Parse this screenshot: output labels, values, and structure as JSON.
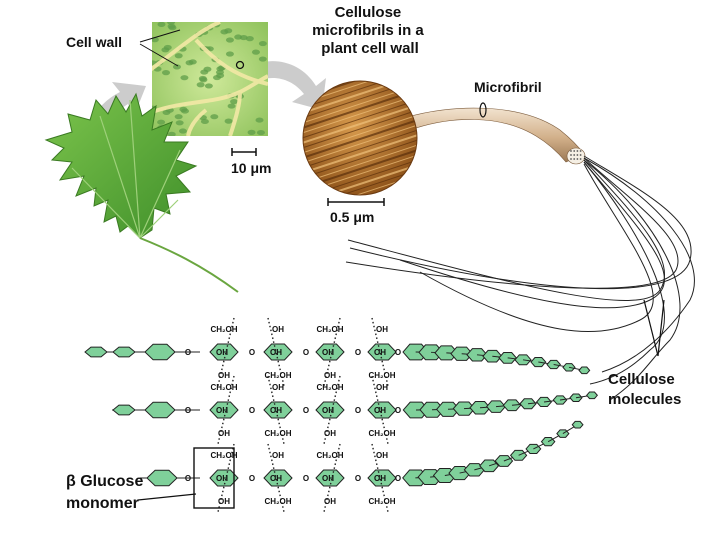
{
  "labels": {
    "cell_wall": "Cell wall",
    "scale_cell": "10 μm",
    "cellulose_title_line1": "Cellulose",
    "cellulose_title_line2": "microfibrils in a",
    "cellulose_title_line3": "plant cell wall",
    "scale_micro": "0.5 μm",
    "microfibril": "Microfibril",
    "cellulose_molecules_line1": "Cellulose",
    "cellulose_molecules_line2": "molecules",
    "beta_glucose_line1": "β Glucose",
    "beta_glucose_line2": "monomer"
  },
  "chem": {
    "ch2oh": "CH₂OH",
    "oh": "OH",
    "o": "O"
  },
  "colors": {
    "leaf": "#5fae3a",
    "ring_fill": "#7fd09a",
    "micro_wood": "#b8732a",
    "cell_bg": "#a9d36c",
    "arrow_gray": "#c8c8c8",
    "fibril_tan": "#d9bd9a"
  },
  "icons": [
    "maple-leaf-icon",
    "curved-arrow-icon"
  ]
}
